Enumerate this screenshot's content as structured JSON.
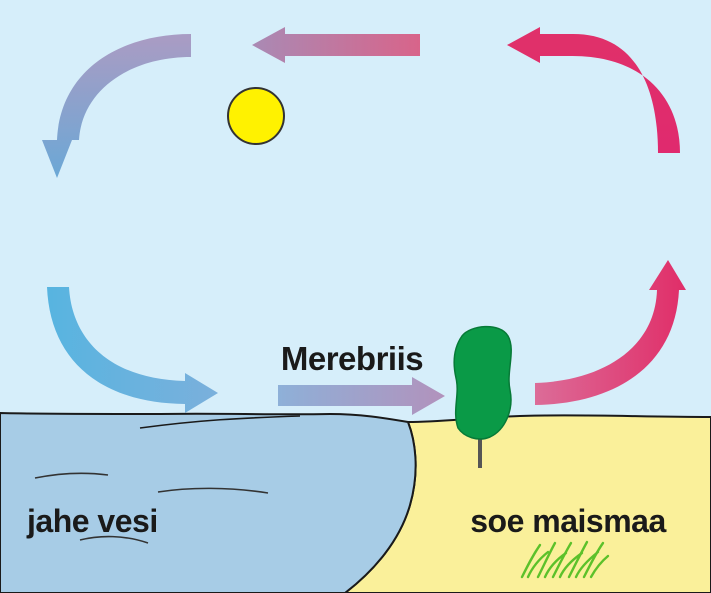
{
  "labels": {
    "title": "Merebriis",
    "sea": "jahe vesi",
    "land": "soe maismaa"
  },
  "colors": {
    "sky": "#d6eefa",
    "sea": "#a7cce6",
    "land": "#faf09a",
    "tree": "#0a9a47",
    "sun": "#fff200",
    "grass": "#5cc12a",
    "warm": "#e0306a",
    "cool": "#5aaedc"
  },
  "icons": [
    "sun-icon",
    "tree-icon",
    "grass-icon"
  ]
}
